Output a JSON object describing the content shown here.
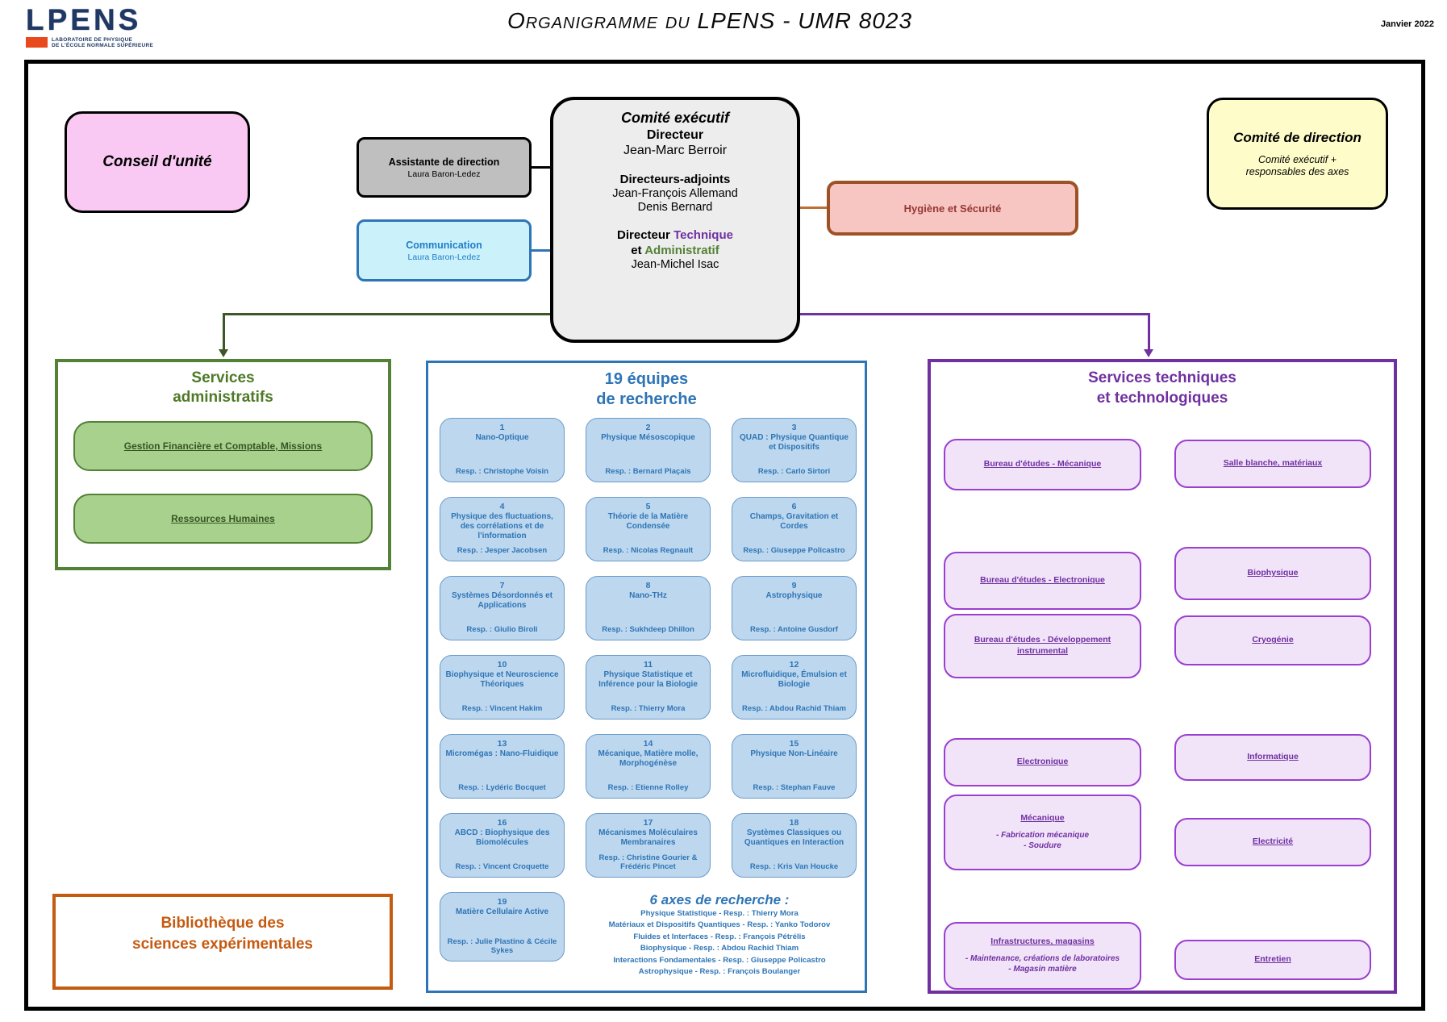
{
  "header": {
    "logo_name": "LPENS",
    "logo_tagline1": "LABORATOIRE DE PHYSIQUE",
    "logo_tagline2": "DE L'ÉCOLE NORMALE SUPÉRIEURE",
    "title": "Organigramme du LPENS - UMR 8023",
    "date": "Janvier 2022"
  },
  "colors": {
    "green_accent": "#538135",
    "blue_accent": "#2E75B6",
    "purple_accent": "#7030A0",
    "orange_accent": "#C55A11",
    "pink_fill": "#F9C9F3",
    "gray_fill": "#BFBFBF",
    "cyan_fill": "#CBF1FB",
    "yellow_fill": "#FEFDC9",
    "salmon_fill": "#F8C6C2",
    "team_fill": "#BDD7EE",
    "green_item_fill": "#A9D18E",
    "purple_item_fill": "#F1E4F9"
  },
  "top": {
    "conseil": "Conseil d'unité",
    "assistante_title": "Assistante de direction",
    "assistante_name": "Laura Baron-Ledez",
    "communication_title": "Communication",
    "communication_name": "Laura Baron-Ledez",
    "comite_executif": {
      "title": "Comité exécutif",
      "role1": "Directeur",
      "person1": "Jean-Marc Berroir",
      "role2": "Directeurs-adjoints",
      "person2a": "Jean-François Allemand",
      "person2b": "Denis Bernard",
      "role3a_black": "Directeur ",
      "role3a_purple": "Technique",
      "role3b_black": "et ",
      "role3b_green": "Administratif",
      "person3": "Jean-Michel Isac"
    },
    "hygiene": "Hygiène et Sécurité",
    "comite_direction_title": "Comité de direction",
    "comite_direction_sub1": "Comité exécutif +",
    "comite_direction_sub2": "responsables des axes"
  },
  "services_administratifs": {
    "title_line1": "Services",
    "title_line2": "administratifs",
    "items": [
      "Gestion Financière et Comptable, Missions",
      "Ressources Humaines"
    ]
  },
  "equipes": {
    "title_line1": "19 équipes",
    "title_line2": "de recherche",
    "teams": [
      {
        "num": "1",
        "name": "Nano-Optique",
        "resp": "Resp. : Christophe Voisin"
      },
      {
        "num": "2",
        "name": "Physique Mésoscopique",
        "resp": "Resp. : Bernard Plaçais"
      },
      {
        "num": "3",
        "name": "QUAD : Physique Quantique et Dispositifs",
        "resp": "Resp. : Carlo Sirtori"
      },
      {
        "num": "4",
        "name": "Physique des fluctuations, des corrélations et de l'information",
        "resp": "Resp. : Jesper Jacobsen"
      },
      {
        "num": "5",
        "name": "Théorie de la Matière Condensée",
        "resp": "Resp. : Nicolas Regnault"
      },
      {
        "num": "6",
        "name": "Champs, Gravitation et Cordes",
        "resp": "Resp. : Giuseppe Policastro"
      },
      {
        "num": "7",
        "name": "Systèmes Désordonnés et Applications",
        "resp": "Resp. : Giulio Biroli"
      },
      {
        "num": "8",
        "name": "Nano-THz",
        "resp": "Resp. : Sukhdeep Dhillon"
      },
      {
        "num": "9",
        "name": "Astrophysique",
        "resp": "Resp. : Antoine Gusdorf"
      },
      {
        "num": "10",
        "name": "Biophysique et Neuroscience Théoriques",
        "resp": "Resp. : Vincent Hakim"
      },
      {
        "num": "11",
        "name": "Physique Statistique et Inférence pour la Biologie",
        "resp": "Resp. : Thierry Mora"
      },
      {
        "num": "12",
        "name": "Microfluidique, Émulsion et Biologie",
        "resp": "Resp. : Abdou Rachid Thiam"
      },
      {
        "num": "13",
        "name": "Micromégas : Nano-Fluidique",
        "resp": "Resp. : Lydéric Bocquet"
      },
      {
        "num": "14",
        "name": "Mécanique, Matière molle, Morphogénèse",
        "resp": "Resp. : Etienne Rolley"
      },
      {
        "num": "15",
        "name": "Physique Non-Linéaire",
        "resp": "Resp. : Stephan Fauve"
      },
      {
        "num": "16",
        "name": "ABCD : Biophysique des Biomolécules",
        "resp": "Resp. : Vincent Croquette"
      },
      {
        "num": "17",
        "name": "Mécanismes Moléculaires Membranaires",
        "resp": "Resp. : Christine Gourier & Frédéric Pincet"
      },
      {
        "num": "18",
        "name": "Systèmes Classiques ou Quantiques en Interaction",
        "resp": "Resp. : Kris Van Houcke"
      },
      {
        "num": "19",
        "name": "Matière Cellulaire Active",
        "resp": "Resp. : Julie Plastino & Cécile Sykes"
      }
    ],
    "axes": {
      "title": "6 axes de recherche :",
      "lines": [
        "Physique Statistique - Resp. : Thierry Mora",
        "Matériaux et Dispositifs Quantiques - Resp. : Yanko Todorov",
        "Fluides et Interfaces - Resp. : François Pétrélis",
        "Biophysique - Resp. : Abdou Rachid Thiam",
        "Interactions Fondamentales - Resp. : Giuseppe Policastro",
        "Astrophysique - Resp. : François Boulanger"
      ]
    }
  },
  "services_techniques": {
    "title_line1": "Services techniques",
    "title_line2": "et technologiques",
    "left_items": [
      {
        "label": "Bureau d'études - Mécanique"
      },
      {
        "label": "Bureau d'études - Electronique"
      },
      {
        "label": "Bureau d'études - Développement instrumental"
      },
      {
        "label": "Electronique"
      },
      {
        "label": "Mécanique",
        "sublines": [
          "- Fabrication mécanique",
          "- Soudure"
        ]
      },
      {
        "label": "Infrastructures, magasins",
        "sublines": [
          "- Maintenance, créations de laboratoires",
          "- Magasin matière"
        ]
      }
    ],
    "right_items": [
      {
        "label": "Salle blanche, matériaux"
      },
      {
        "label": "Biophysique"
      },
      {
        "label": "Cryogénie"
      },
      {
        "label": "Informatique"
      },
      {
        "label": "Electricité"
      },
      {
        "label": "Entretien"
      }
    ]
  },
  "bibliotheque": {
    "line1": "Bibliothèque des",
    "line2": "sciences expérimentales"
  }
}
